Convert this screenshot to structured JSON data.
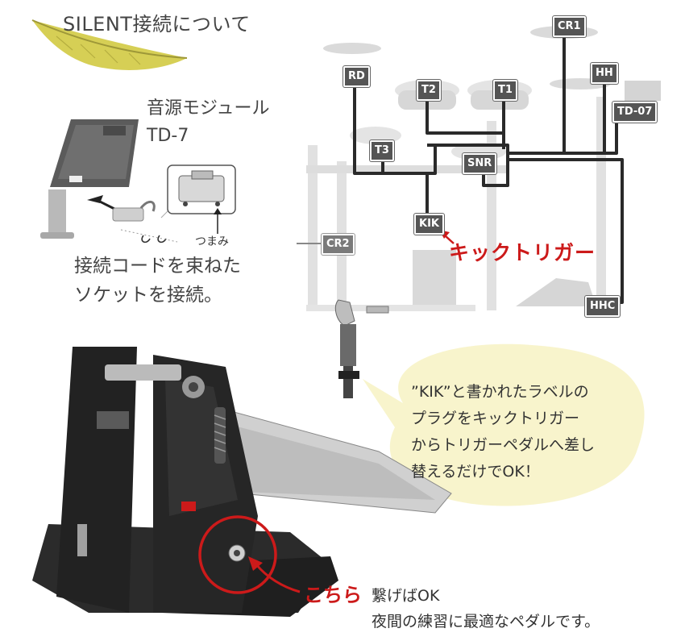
{
  "header": {
    "title": "SILENT接続について"
  },
  "module": {
    "line1": "音源モジュール",
    "line2": "TD-7"
  },
  "knob_label": "つまみ",
  "instruction": {
    "line1": "接続コードを束ねた",
    "line2": "ソケットを接続。"
  },
  "tags": {
    "cr1": "CR1",
    "rd": "RD",
    "hh": "HH",
    "t2": "T2",
    "t1": "T1",
    "td07": "TD-07",
    "t3": "T3",
    "snr": "SNR",
    "kik": "KIK",
    "cr2": "CR2",
    "hhc": "HHC"
  },
  "kick_trigger_label": "キックトリガー",
  "callout": {
    "line1": "”KIK”と書かれたラベルの",
    "line2": "プラグをキックトリガー",
    "line3": "からトリガーペダルへ差し",
    "line4": "替えるだけでOK！"
  },
  "kochira": "こちら",
  "connect_text": "繋げばOK",
  "night_text": "夜間の練習に最適なペダルです。",
  "colors": {
    "accent_red": "#cc1a1a",
    "cable": "#2a2a2a",
    "callout_bg": "#f7f3c8",
    "leaf": "#c8c24a"
  }
}
